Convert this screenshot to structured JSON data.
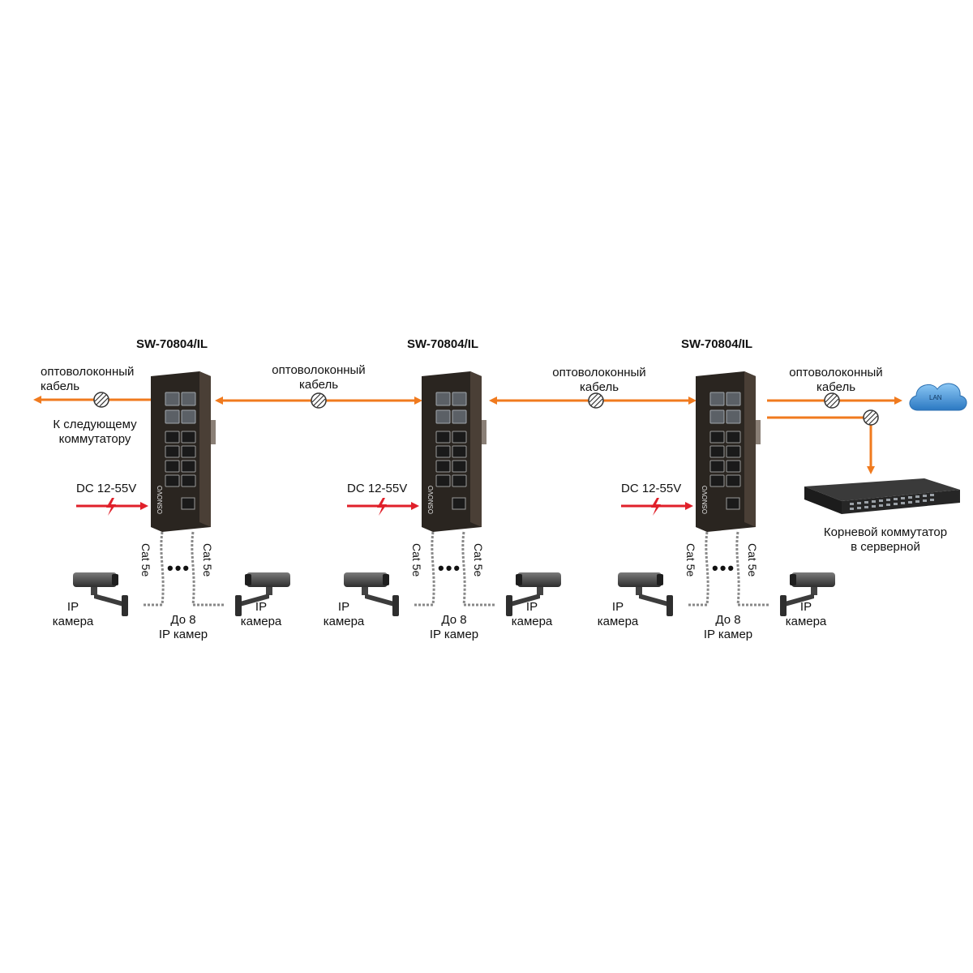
{
  "switches": [
    {
      "model": "SW-70804/IL",
      "brand": "OSNOVO",
      "power": "DC 12-55V",
      "cat_left": "Cat 5e",
      "cat_right": "Cat 5e",
      "cam_left": "IP\nкамера",
      "cam_right": "IP\nкамера",
      "cam_count": "До 8\nIP камер"
    },
    {
      "model": "SW-70804/IL",
      "brand": "OSNOVO",
      "power": "DC 12-55V",
      "cat_left": "Cat 5e",
      "cat_right": "Cat 5e",
      "cam_left": "IP\nкамера",
      "cam_right": "IP\nкамера",
      "cam_count": "До 8\nIP камер"
    },
    {
      "model": "SW-70804/IL",
      "brand": "OSNOVO",
      "power": "DC 12-55V",
      "cat_left": "Cat 5e",
      "cat_right": "Cat 5e",
      "cam_left": "IP\nкамера",
      "cam_right": "IP\nкамера",
      "cam_count": "До 8\nIP камер"
    }
  ],
  "links": [
    {
      "label": "оптоволоконный\nкабель"
    },
    {
      "label": "оптоволоконный\nкабель"
    },
    {
      "label": "оптоволоконный\nкабель"
    },
    {
      "label": "оптоволоконный\nкабель"
    }
  ],
  "next_switch_label": "К следующему\nкоммутатору",
  "lan_label": "LAN",
  "root_switch_label": "Корневой коммутатор\nв серверной",
  "ellipsis": "•••",
  "colors": {
    "fiber": "#f07a1e",
    "power": "#e0202a",
    "switch_body": "#2a2520",
    "cloud": "#3d8fd6"
  }
}
